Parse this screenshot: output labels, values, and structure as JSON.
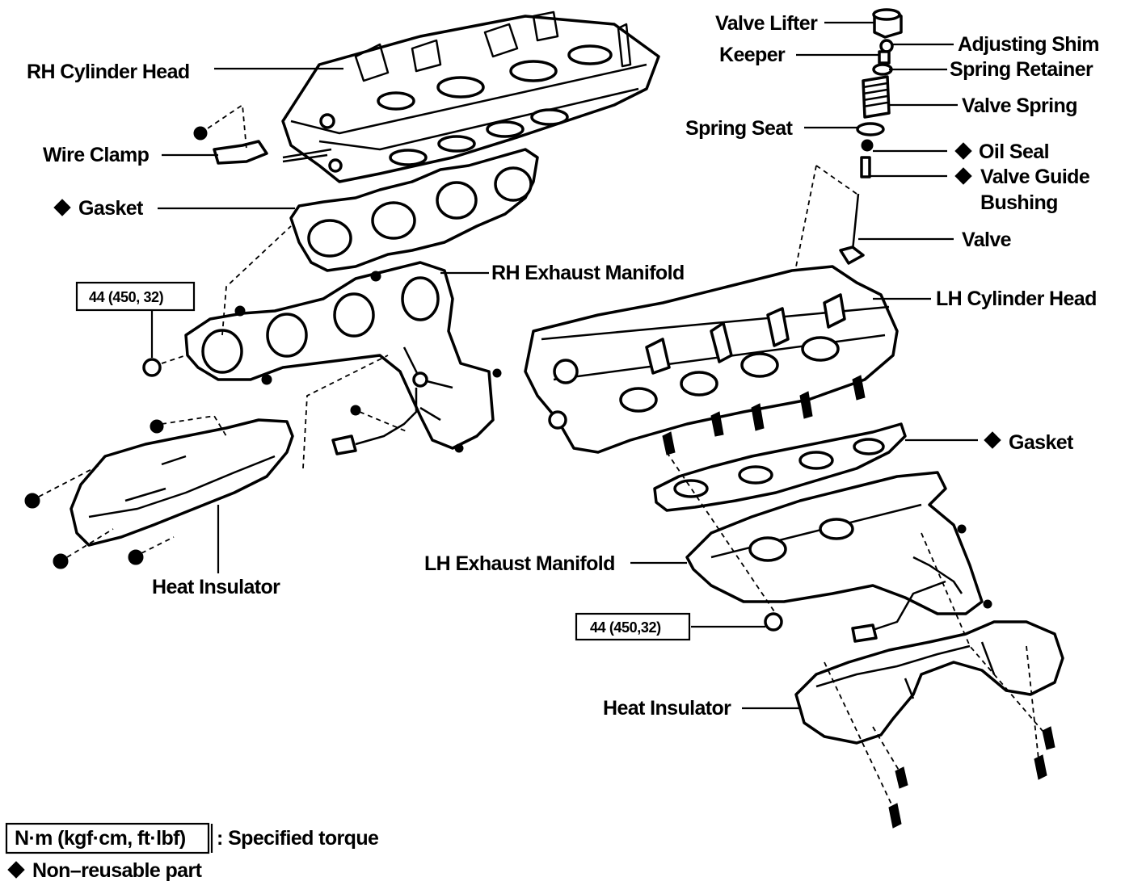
{
  "labels": {
    "rh_cylinder_head": "RH Cylinder Head",
    "wire_clamp": "Wire Clamp",
    "gasket_rh": "Gasket",
    "rh_exhaust_manifold": "RH Exhaust Manifold",
    "heat_insulator_rh": "Heat Insulator",
    "valve_lifter": "Valve Lifter",
    "adjusting_shim": "Adjusting Shim",
    "keeper": "Keeper",
    "spring_retainer": "Spring Retainer",
    "valve_spring": "Valve Spring",
    "spring_seat": "Spring Seat",
    "oil_seal": "Oil Seal",
    "valve_guide_bushing_1": "Valve Guide",
    "valve_guide_bushing_2": "Bushing",
    "valve": "Valve",
    "lh_cylinder_head": "LH Cylinder Head",
    "gasket_lh": "Gasket",
    "lh_exhaust_manifold": "LH Exhaust Manifold",
    "heat_insulator_lh": "Heat Insulator"
  },
  "torque": {
    "rh_value": "44 (450, 32)",
    "lh_value": "44 (450,32)"
  },
  "legend": {
    "torque_box": "N·m (kgf·cm, ft·lbf)",
    "torque_text": ": Specified torque",
    "nonreusable_text": "Non–reusable part"
  },
  "icons": {
    "non_reusable": "diamond-icon"
  }
}
